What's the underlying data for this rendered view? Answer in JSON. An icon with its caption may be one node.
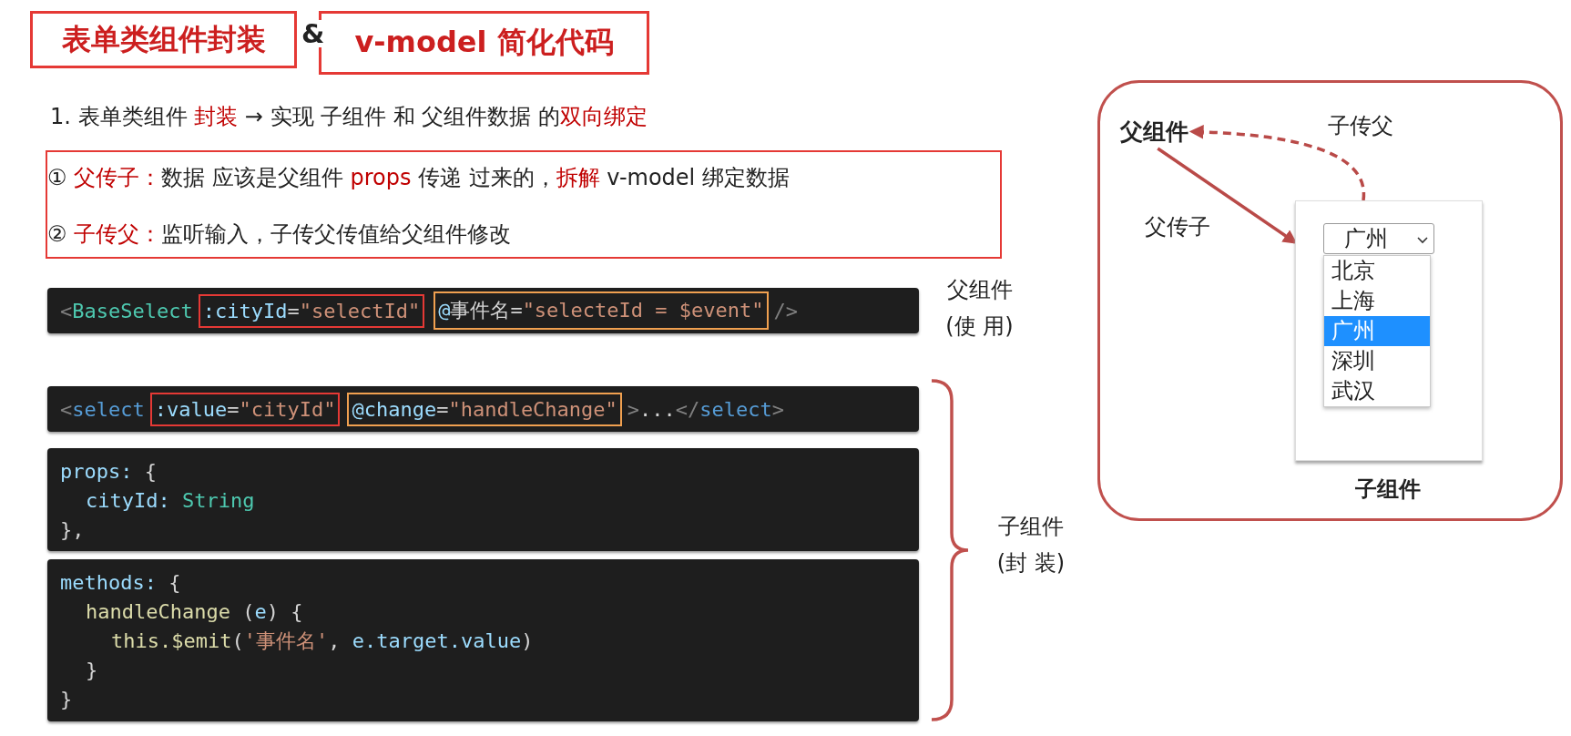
{
  "diagram": {
    "nodes": [
      {
        "text": [
          "表单类组件封装"
        ]
      },
      {
        "text": [
          "v-model 简化代码"
        ]
      },
      {
        "text": [
          "① **父传子：**数据 应该是父组件 **props** 传递 过来的，**拆解** v-model 绑定数据",
          "② **子传父：**监听输入，子传父传值给父组件修改"
        ]
      },
      {
        "text": [
          "<BaseSelect",
          "/>"
        ],
        "beside": [
          "父组件",
          "(使 用)"
        ]
      },
      {
        "text": [
          ":cityId=\"selectId\""
        ],
        "in": 3
      },
      {
        "text": [
          "@事件名=\"selecteId = $event\""
        ],
        "in": 3
      },
      {
        "text": [
          "<select",
          ">...</select>"
        ]
      },
      {
        "text": [
          ":value=\"cityId\""
        ],
        "in": 6
      },
      {
        "text": [
          "@change=\"handleChange\""
        ],
        "in": 6
      },
      {
        "text": [
          "props: {",
          "cityId: String",
          "},"
        ]
      },
      {
        "text": [
          "methods: {",
          "handleChange (e) {",
          "this.$emit('事件名', e.target.value)",
          "}",
          "}"
        ]
      },
      {
        "text": [],
        "shape": "box"
      },
      {
        "text": [
          "父组件"
        ],
        "in": 11
      },
      {
        "text": [
          "广州",
          "北京",
          "上海",
          "广州",
          "深圳",
          "武汉"
        ],
        "beside": [
          "子组件"
        ],
        "in": 11
      }
    ],
    "edges": [
      {
        "from": 12,
        "to": 13,
        "arrow": "to",
        "label": "父传子"
      },
      {
        "from": 13,
        "to": 12,
        "arrow": "to",
        "style": "dashed",
        "label": "子传父"
      }
    ],
    "labels": [
      "&",
      "1. 表单类组件 **封装** → 实现 子组件 和 父组件数据 的**双向绑定**",
      "子组件",
      "(封 装)"
    ]
  }
}
